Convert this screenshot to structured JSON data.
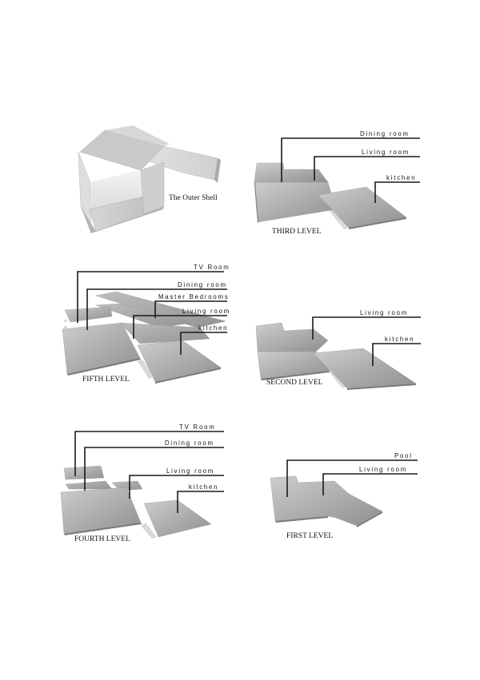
{
  "shell": {
    "caption": "The Outer Shell"
  },
  "levels": {
    "third": {
      "caption": "THIRD LEVEL",
      "labels": [
        "Dining room",
        "Living room",
        "kitchen"
      ]
    },
    "fifth": {
      "caption": "FIFTH LEVEL",
      "labels": [
        "TV Room",
        "Dining room",
        "Master Bedrooms",
        "Living room",
        "kitchen"
      ]
    },
    "second": {
      "caption": "SECOND LEVEL",
      "labels": [
        "Living room",
        "kitchen"
      ]
    },
    "fourth": {
      "caption": "FOURTH LEVEL",
      "labels": [
        "TV Room",
        "Dining room",
        "Living room",
        "kitchen"
      ]
    },
    "first": {
      "caption": "FIRST LEVEL",
      "labels": [
        "Pool",
        "Living room"
      ]
    }
  },
  "colors": {
    "floor_light": "#c4c4c4",
    "floor_dark": "#8e8e8e",
    "leader": "#1a1a1a",
    "background": "#ffffff"
  }
}
